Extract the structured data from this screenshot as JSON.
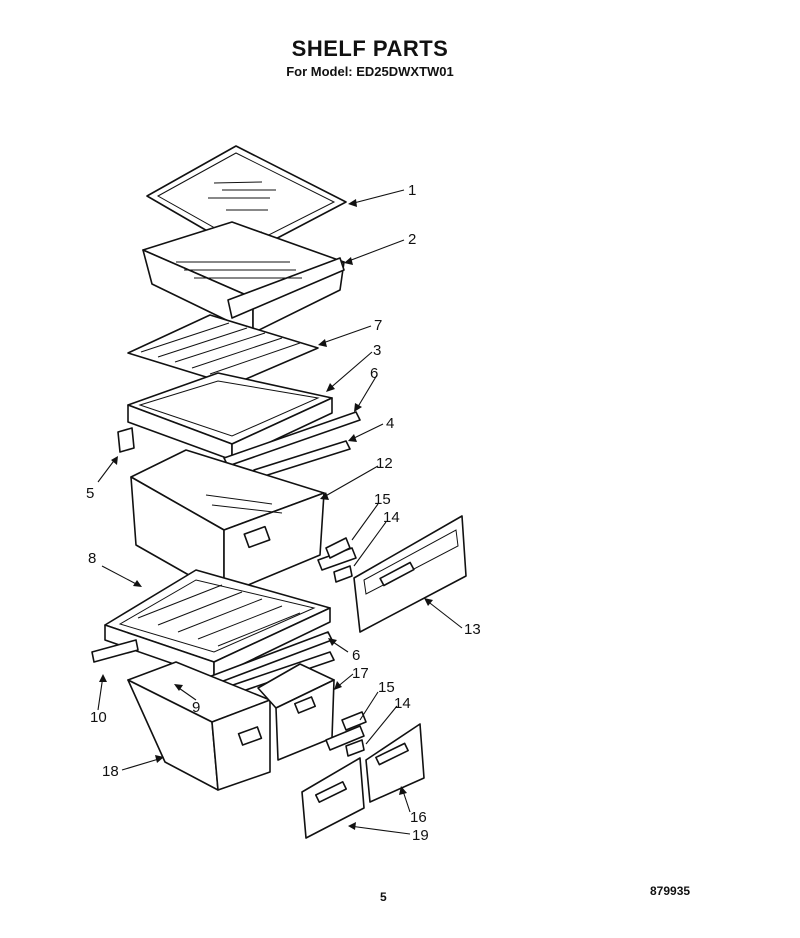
{
  "header": {
    "title": "SHELF PARTS",
    "subtitle": "For Model: ED25DWXTW01"
  },
  "callouts": [
    {
      "id": "c1",
      "label": "1"
    },
    {
      "id": "c2",
      "label": "2"
    },
    {
      "id": "c7",
      "label": "7"
    },
    {
      "id": "c3",
      "label": "3"
    },
    {
      "id": "c6a",
      "label": "6"
    },
    {
      "id": "c4",
      "label": "4"
    },
    {
      "id": "c5",
      "label": "5"
    },
    {
      "id": "c12",
      "label": "12"
    },
    {
      "id": "c15a",
      "label": "15"
    },
    {
      "id": "c14a",
      "label": "14"
    },
    {
      "id": "c8",
      "label": "8"
    },
    {
      "id": "c13",
      "label": "13"
    },
    {
      "id": "c6b",
      "label": "6"
    },
    {
      "id": "c17",
      "label": "17"
    },
    {
      "id": "c15b",
      "label": "15"
    },
    {
      "id": "c14b",
      "label": "14"
    },
    {
      "id": "c10",
      "label": "10"
    },
    {
      "id": "c9",
      "label": "9"
    },
    {
      "id": "c18",
      "label": "18"
    },
    {
      "id": "c16",
      "label": "16"
    },
    {
      "id": "c19",
      "label": "19"
    }
  ],
  "footer": {
    "page_number": "5",
    "doc_number": "879935"
  }
}
